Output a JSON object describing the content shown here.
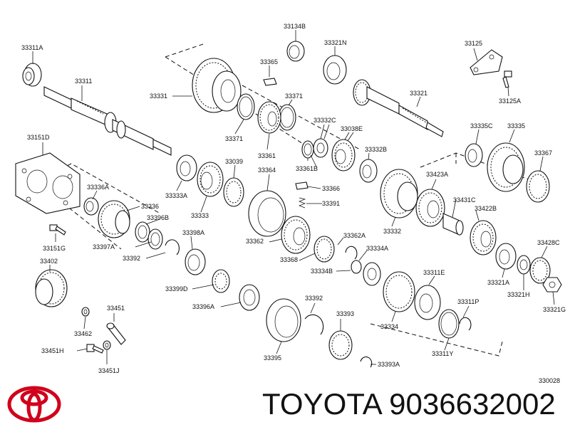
{
  "brand": {
    "logo_text": "TOYOTA",
    "caption": "TOYOTA 9036632002",
    "accent_color": "#d0021b"
  },
  "diagram": {
    "code": "330028",
    "labels": {
      "l33311A": "33311A",
      "l33311": "33311",
      "l33151D": "33151D",
      "l33336A": "33336A",
      "l33151G": "33151G",
      "l33402": "33402",
      "l33462": "33462",
      "l33451": "33451",
      "l33451H": "33451H",
      "l33451J": "33451J",
      "l33134B": "33134B",
      "l33365": "33365",
      "l33331": "33331",
      "l33371a": "33371",
      "l33371b": "33371",
      "l33361": "33361",
      "l33039": "33039",
      "l33333A": "33333A",
      "l33333": "33333",
      "l33336": "33336",
      "l33396B": "33396B",
      "l33397A": "33397A",
      "l33398A": "33398A",
      "l33392a": "33392",
      "l33399D": "33399D",
      "l33396A": "33396A",
      "l33364": "33364",
      "l33362": "33362",
      "l33368": "33368",
      "l33362A": "33362A",
      "l33334A": "33334A",
      "l33334B": "33334B",
      "l33392b": "33392",
      "l33393": "33393",
      "l33393A": "33393A",
      "l33395": "33395",
      "l33321N": "33321N",
      "l33321": "33321",
      "l33332C": "33332C",
      "l33038E": "33038E",
      "l33361B": "33361B",
      "l33332B": "33332B",
      "l33366": "33366",
      "l33391": "33391",
      "l33332": "33332",
      "l33423A": "33423A",
      "l33431C": "33431C",
      "l33422B": "33422B",
      "l33125": "33125",
      "l33125A": "33125A",
      "l33335C": "33335C",
      "l33335": "33335",
      "l33367": "33367",
      "l33311E": "33311E",
      "l33311P": "33311P",
      "l33334": "33334",
      "l33311Y": "33311Y",
      "l33321A": "33321A",
      "l33321H": "33321H",
      "l33428C": "33428C",
      "l33321G": "33321G"
    }
  }
}
